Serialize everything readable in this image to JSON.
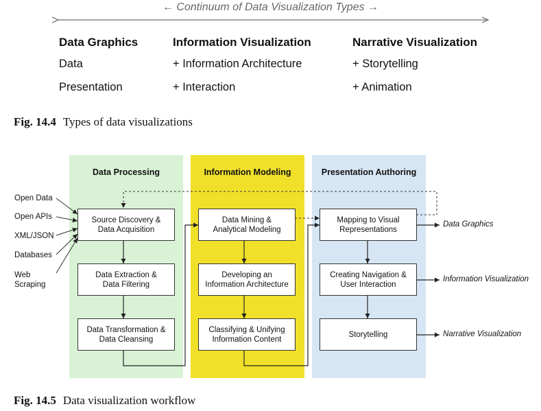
{
  "figure_14_4": {
    "continuum_title": "← Continuum of Data Visualization Types →",
    "columns": [
      {
        "header": "Data Graphics",
        "items": [
          "Data",
          "Presentation"
        ]
      },
      {
        "header": "Information Visualization",
        "items": [
          "+ Information Architecture",
          "+ Interaction"
        ]
      },
      {
        "header": "Narrative Visualization",
        "items": [
          "+ Storytelling",
          "+ Animation"
        ]
      }
    ],
    "caption_number": "Fig. 14.4",
    "caption_text": "Types of data visualizations"
  },
  "figure_14_5": {
    "sources": [
      "Open Data",
      "Open APIs",
      "XML/JSON",
      "Databases",
      "Web\nScraping"
    ],
    "panels": [
      {
        "title": "Data Processing",
        "color": "#d9f2d6",
        "boxes": [
          "Source Discovery &\nData Acquisition",
          "Data Extraction &\nData Filtering",
          "Data Transformation &\nData Cleansing"
        ]
      },
      {
        "title": "Information Modeling",
        "color": "#f0e02a",
        "boxes": [
          "Data Mining &\nAnalytical Modeling",
          "Developing an\nInformation Architecture",
          "Classifying & Unifying\nInformation Content"
        ]
      },
      {
        "title": "Presentation Authoring",
        "color": "#d6e6f4",
        "boxes": [
          "Mapping to Visual\nRepresentations",
          "Creating Navigation &\nUser Interaction",
          "Storytelling"
        ]
      }
    ],
    "outputs": [
      "Data Graphics",
      "Information Visualization",
      "Narrative Visualization"
    ],
    "caption_number": "Fig. 14.5",
    "caption_text": "Data visualization workflow"
  }
}
